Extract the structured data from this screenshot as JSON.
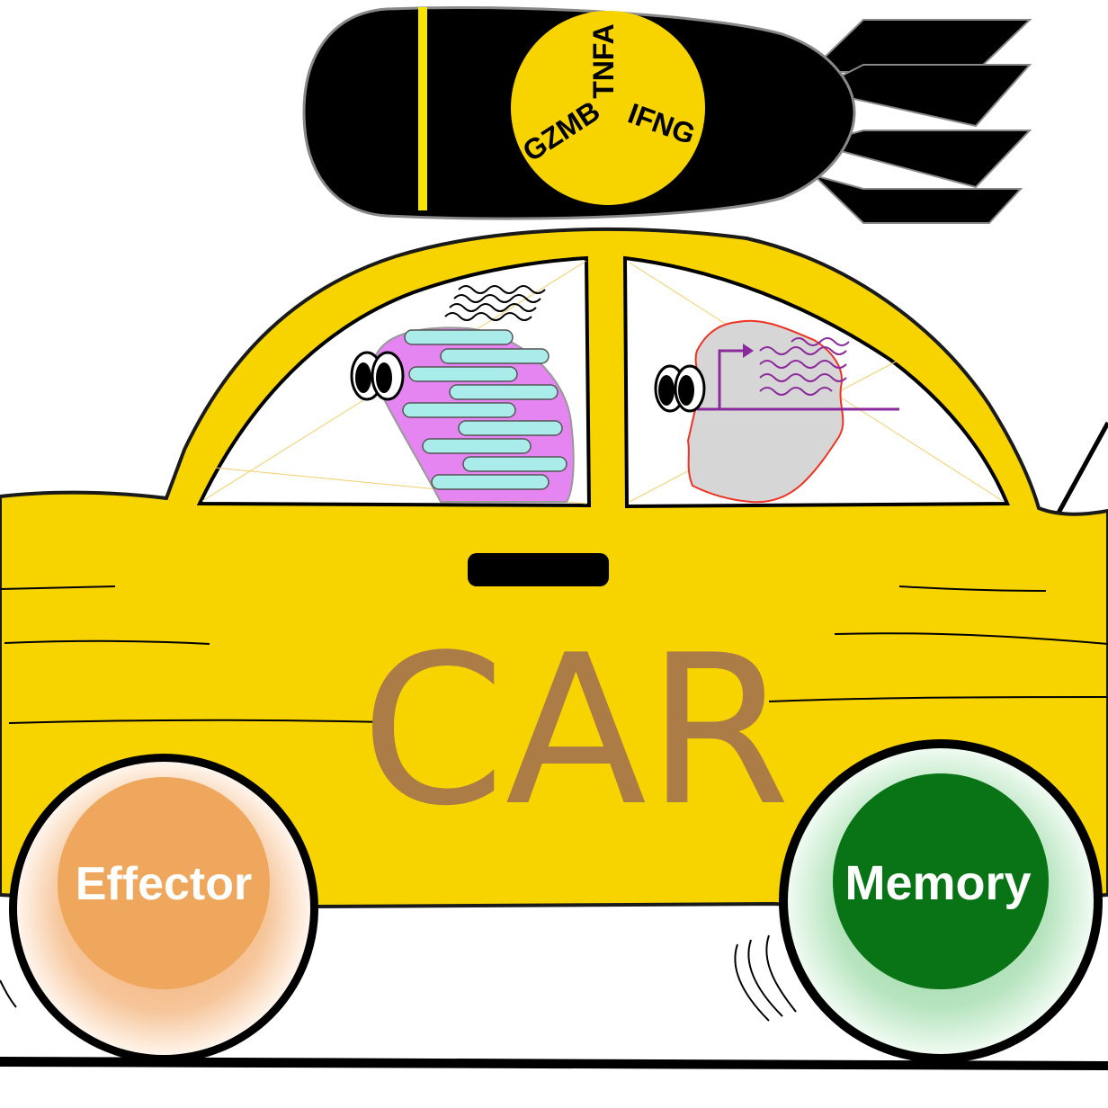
{
  "car": {
    "body_label": "CAR",
    "body_color": "#f7d400",
    "label_color": "#ab7c45"
  },
  "bomb": {
    "cytokines": [
      "TNFA",
      "IFNG",
      "GZMB"
    ],
    "body_color": "#000000",
    "disc_color": "#f7d400"
  },
  "wheels": {
    "front_label": "Effector",
    "rear_label": "Memory",
    "front_color": "#eea75d",
    "rear_color": "#087415"
  },
  "passengers": {
    "mitochondrion_fill": "#e585f2",
    "mitochondrion_cristae": "#a9ece9",
    "nucleus_fill": "#d6d6d6",
    "nucleus_outline": "#ee3322",
    "gene_arrow_color": "#8b2a9a"
  }
}
